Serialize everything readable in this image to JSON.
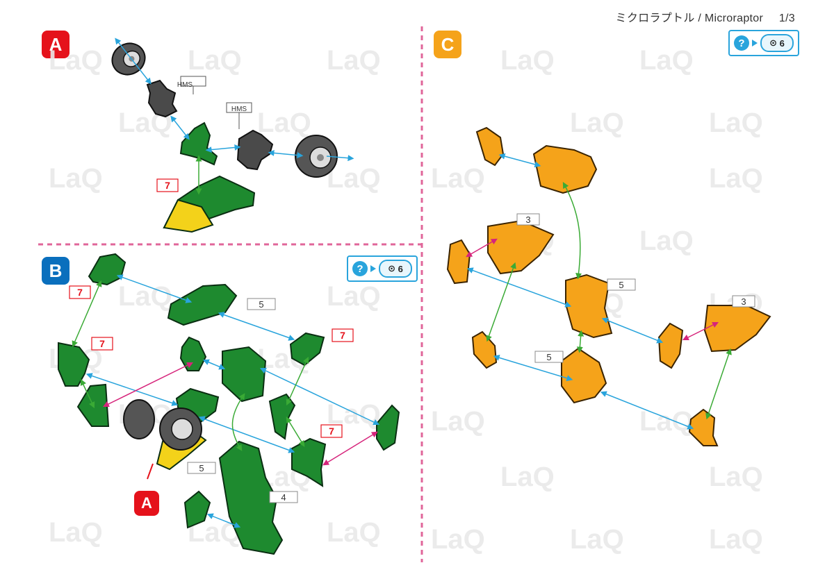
{
  "header": {
    "title_ja": "ミクロラプトル / Microraptor",
    "page": "1/3"
  },
  "watermark": {
    "text": "LaQ",
    "color": "#e9e9e9"
  },
  "colors": {
    "green": "#1e8a2f",
    "orange": "#f5a31a",
    "yellow": "#f3d21a",
    "grey": "#4a4a4a",
    "blue_arrow": "#29a4dc",
    "green_arrow": "#3aaa35",
    "pink_arrow": "#d6247b",
    "divider": "#e0669a"
  },
  "steps": {
    "a": {
      "label": "A",
      "hms_labels": [
        "HMS",
        "HMS"
      ],
      "count_7": "7"
    },
    "b": {
      "label": "B",
      "hint_count": "6",
      "count_7": "7",
      "count_5": "5",
      "count_4": "4",
      "ref_label": "A"
    },
    "c": {
      "label": "C",
      "hint_count": "6",
      "count_3": "3",
      "count_5": "5"
    }
  }
}
